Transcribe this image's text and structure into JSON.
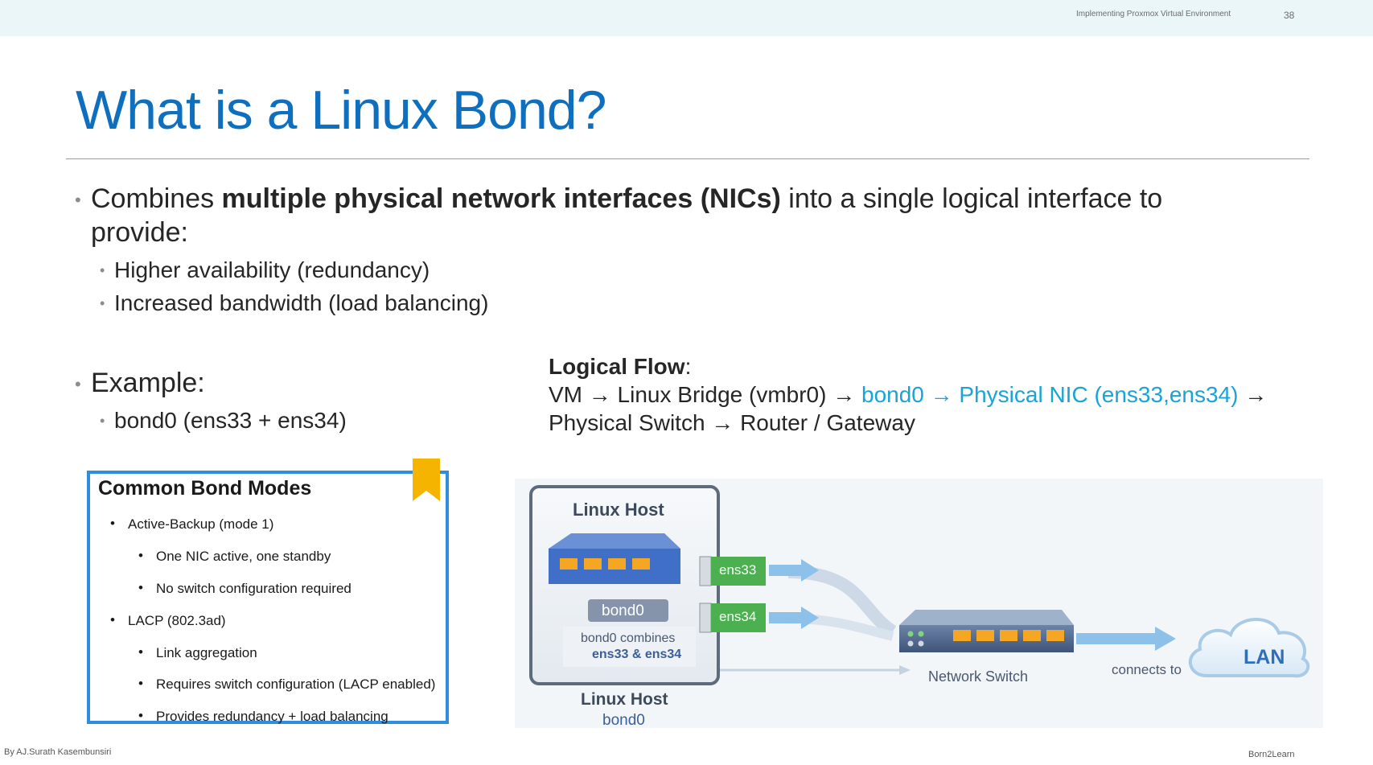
{
  "header": {
    "course_title": "Implementing Proxmox Virtual Environment",
    "page_number": "38"
  },
  "slide": {
    "title": "What is a Linux Bond?",
    "bullet1": {
      "pre": "Combines ",
      "bold": "multiple physical network interfaces (NICs)",
      "post": " into a single logical interface to",
      "line2": "provide:",
      "subs": [
        "Higher availability (redundancy)",
        "Increased bandwidth (load balancing)"
      ]
    },
    "example": {
      "label": "Example:",
      "sub": "bond0 (ens33 + ens34)"
    },
    "flow": {
      "heading": "Logical Flow",
      "colon": ":",
      "line1_pre": "VM → Linux Bridge (vmbr0) → ",
      "line1_highlight": "bond0 → Physical NIC (ens33,ens34)",
      "line1_post": " →",
      "line2": "Physical Switch → Router / Gateway"
    }
  },
  "modes_box": {
    "title": "Common Bond Modes",
    "items": [
      "Active-Backup (mode 1)",
      "One NIC active, one standby",
      "No switch configuration required",
      "LACP (802.3ad)",
      "Link aggregation",
      "Requires switch configuration (LACP enabled)",
      "Provides redundancy + load balancing"
    ],
    "bullet_glyph": "•"
  },
  "diagram": {
    "host_title": "Linux Host",
    "nic1": "ens33",
    "nic2": "ens34",
    "bond_label": "bond0",
    "caption_line1": "bond0 combines",
    "caption_line2": "ens33 & ens34",
    "bottom_title": "Linux Host",
    "bottom_sub": "bond0",
    "switch_label": "Network Switch",
    "connects_label": "connects to",
    "cloud_label": "LAN"
  },
  "footer": {
    "author": "By AJ.Surath Kasembunsiri",
    "brand": "Born2Learn"
  },
  "colors": {
    "title_blue": "#0f6fbf",
    "highlight_cyan": "#1aa3d6",
    "box_border": "#2e8fe0",
    "bookmark": "#f5b400",
    "nic_green": "#4caf50",
    "port_orange": "#f5a623",
    "topbar": "#ebf6f9"
  },
  "icons": {
    "bookmark": "bookmark-icon",
    "switch": "network-switch-icon",
    "cloud": "cloud-icon",
    "host_switch": "host-nic-icon"
  }
}
